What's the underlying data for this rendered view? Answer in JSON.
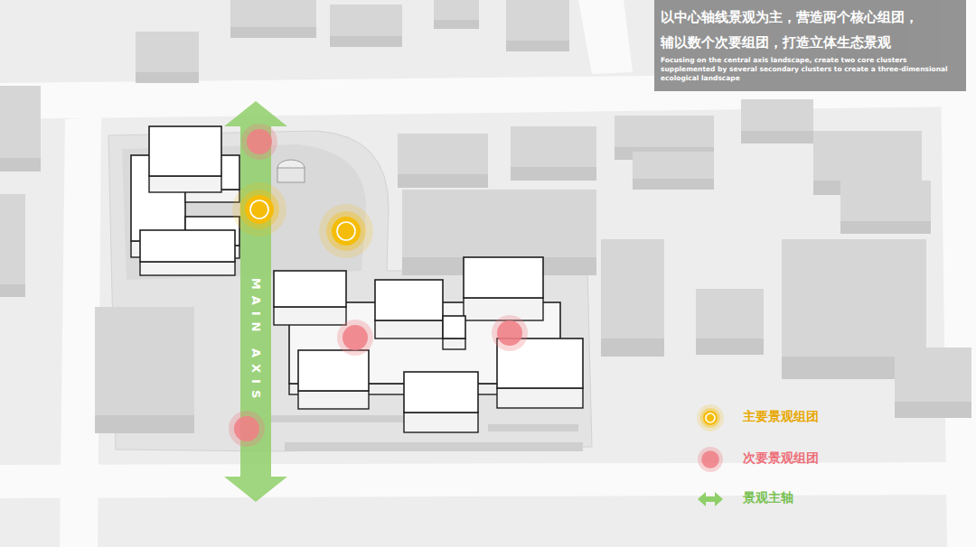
{
  "diagram": {
    "title": "以中心轴线景观为主，营造两个核心组团， 辅以数个次要组团，打造立体生态景观",
    "caption": "Focusing on the central axis landscape, create two core clusters supplemented by several secondary clusters to create a three-dimensional ecological landscape",
    "labels": [
      "MAIN AXIS"
    ],
    "legend": [
      {
        "text": "主要景观组团",
        "color": "#f5bd0a"
      },
      {
        "text": "次要景观组团",
        "color": "#f07f86"
      },
      {
        "text": "景观主轴",
        "color": "#8fcf69"
      }
    ]
  }
}
